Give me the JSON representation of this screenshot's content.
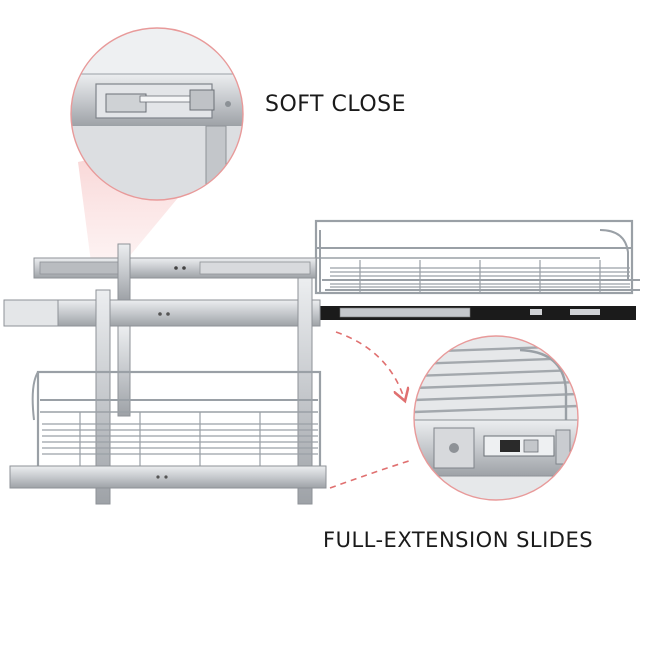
{
  "labels": {
    "soft_close": "SOFT CLOSE",
    "full_extension": "FULL-EXTENSION SLIDES"
  },
  "colors": {
    "background": "#ffffff",
    "metal": "#c9ccd0",
    "metal_dark": "#8e9297",
    "rail_black": "#1b1b1b",
    "callout_pink": "#f3b3b3",
    "arrow_red": "#e07070",
    "text": "#1a1a1a"
  },
  "icons": {
    "detail_top": "soft-close-mechanism-detail",
    "detail_bottom": "slide-bracket-detail"
  }
}
